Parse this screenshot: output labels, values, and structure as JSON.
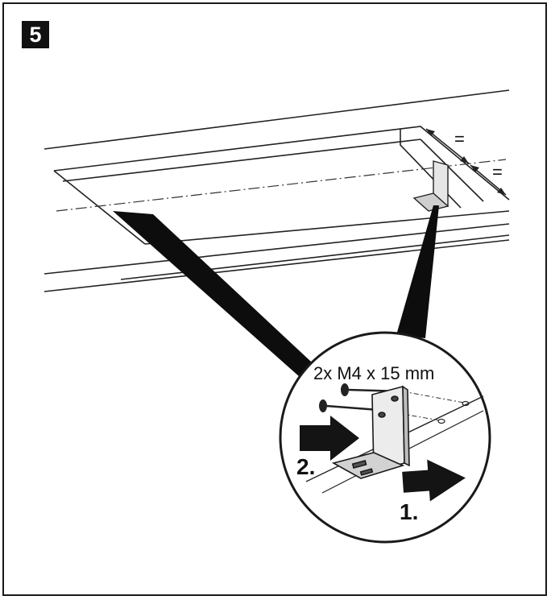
{
  "step": {
    "number": "5"
  },
  "screws": {
    "label": "2x M4 x 15 mm"
  },
  "steps": {
    "first": "1.",
    "second": "2."
  },
  "marks": {
    "equal_top": "=",
    "equal_bottom": "="
  },
  "colors": {
    "ink": "#111111",
    "fill": "#ffffff",
    "arrow": "#141414",
    "bracket": "#e9e9e9"
  }
}
